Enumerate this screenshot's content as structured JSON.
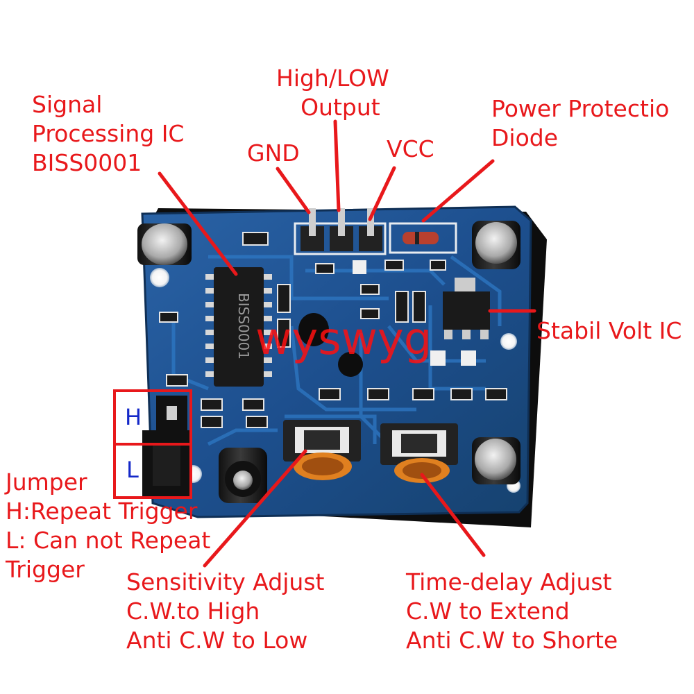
{
  "labels": {
    "signal_ic": [
      "Signal",
      "Processing IC",
      "BISS0001"
    ],
    "high_low": [
      "High/LOW",
      "Output"
    ],
    "gnd": "GND",
    "vcc": "VCC",
    "power_protect": [
      "Power Protectio",
      "Diode"
    ],
    "stabil": "Stabil Volt IC",
    "jumper": [
      "Jumper",
      "H:Repeat Trigger",
      "L: Can not Repeat",
      "Trigger"
    ],
    "jumper_h": "H",
    "jumper_l": "L",
    "sensitivity": [
      "Sensitivity Adjust",
      "C.W.to High",
      "Anti C.W to Low"
    ],
    "timedelay": [
      "Time-delay Adjust",
      "C.W to Extend",
      "Anti C.W to Shorte"
    ],
    "chip_text": "BISS0001",
    "watermark": "wyswyg"
  },
  "colors": {
    "label": "#e8181b",
    "pcb": "#1f4f8c",
    "jumper_box": "#e8181b",
    "jumper_text": "#1428c8"
  }
}
